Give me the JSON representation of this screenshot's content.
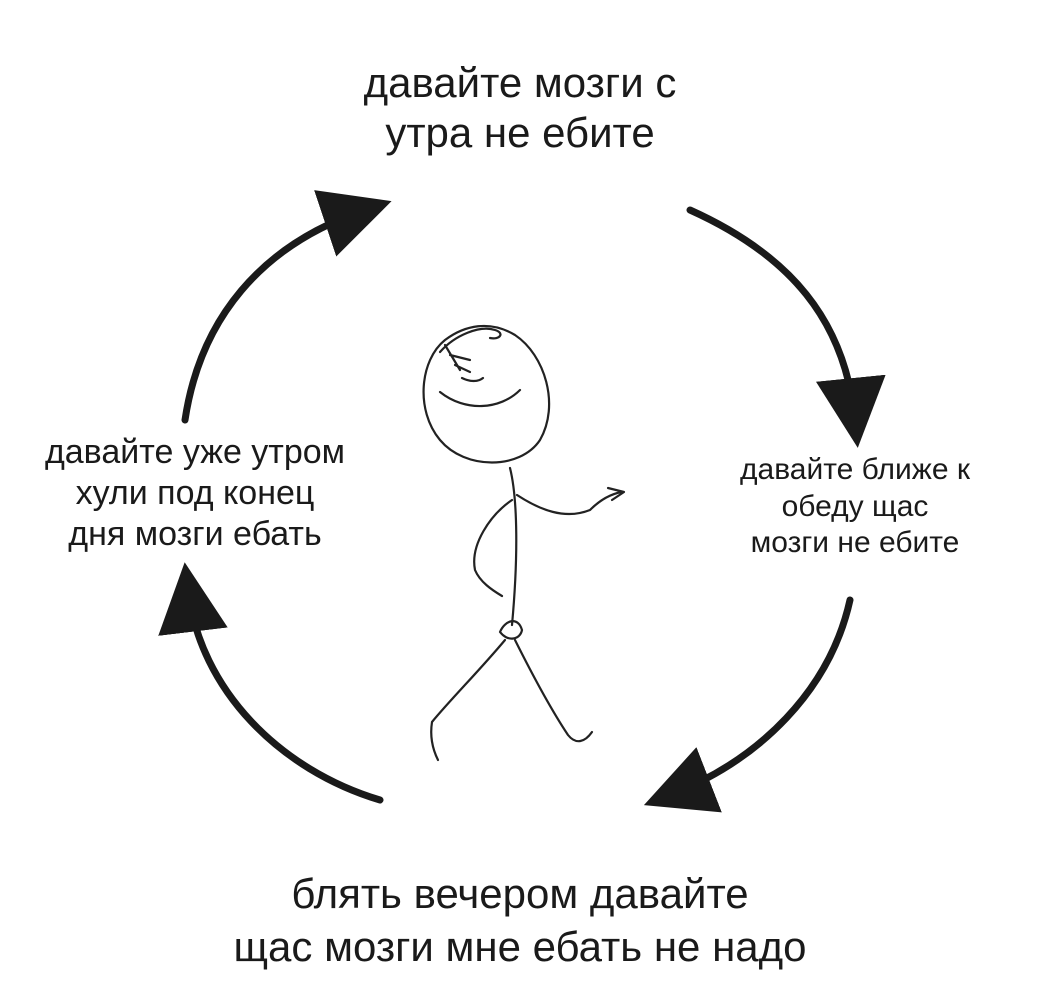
{
  "cycle": {
    "top": {
      "lines": [
        "давайте мозги с",
        "утра не ебите"
      ]
    },
    "right": {
      "lines": [
        "давайте ближе к",
        "обеду щас",
        "мозги не ебите"
      ]
    },
    "bottom": {
      "lines": [
        "блять вечером давайте",
        "щас мозги мне ебать не надо"
      ]
    },
    "left": {
      "lines": [
        "давайте уже утром",
        "хули под конец",
        "дня мозги ебать"
      ]
    }
  },
  "colors": {
    "background": "#ffffff",
    "ink": "#1a1a1a"
  },
  "icons": [
    "cycle-arrow-icon",
    "stick-figure-icon"
  ]
}
